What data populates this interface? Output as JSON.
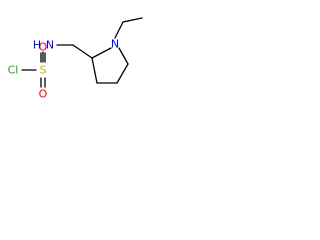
{
  "molecule": {
    "atoms": {
      "chlorine": "Cl",
      "sulfur": "S",
      "oxygen_top": "O",
      "oxygen_bottom": "O",
      "nitrogen_amide": "N",
      "hydrogen_amide": "H",
      "nitrogen_ring": "N"
    },
    "colors": {
      "chlorine": "#1fa01f",
      "sulfur": "#c8b400",
      "oxygen": "#ff0000",
      "nitrogen": "#0000ff",
      "bond": "#000000"
    }
  }
}
